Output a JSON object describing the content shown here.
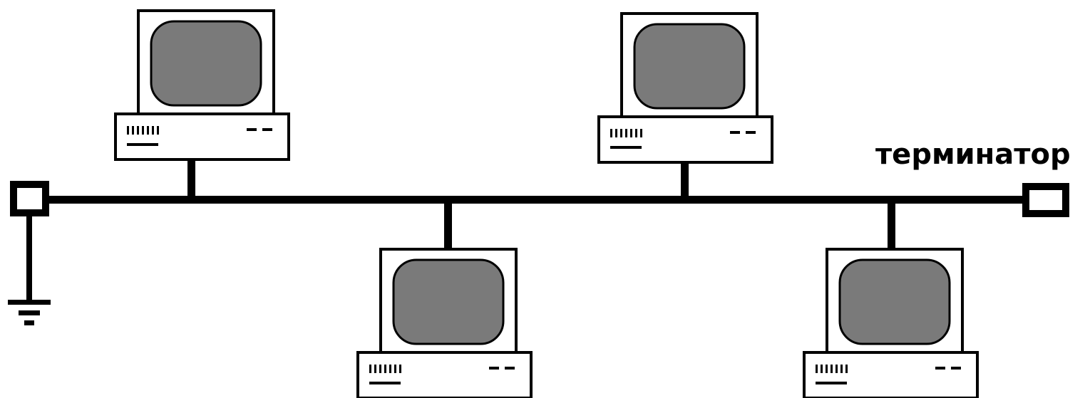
{
  "diagram": {
    "terminator_label": "терминатор",
    "colors": {
      "line": "#000000",
      "screen_fill": "#7a7a7a",
      "background": "#ffffff"
    },
    "components": {
      "computers": 4,
      "terminators": 2,
      "ground_symbols": 1
    }
  }
}
